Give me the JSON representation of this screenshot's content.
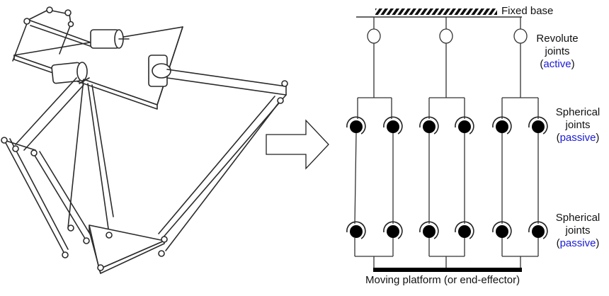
{
  "labels": {
    "fixed_base": "Fixed base",
    "revolute_title_1": "Revolute",
    "revolute_title_2": "joints",
    "revolute_state": "active",
    "spherical_top_title_1": "Spherical",
    "spherical_top_title_2": "joints",
    "spherical_top_state": "passive",
    "spherical_bottom_title_1": "Spherical",
    "spherical_bottom_title_2": "joints",
    "spherical_bottom_state": "passive",
    "moving_platform": "Moving platform (or end-effector)"
  },
  "colors": {
    "line": "#333333",
    "joint_fill": "#000000",
    "state_text": "#1a1ad6"
  },
  "icons": {
    "robot_illustration": "delta-robot-sketch-icon",
    "arrow": "right-arrow-icon"
  }
}
